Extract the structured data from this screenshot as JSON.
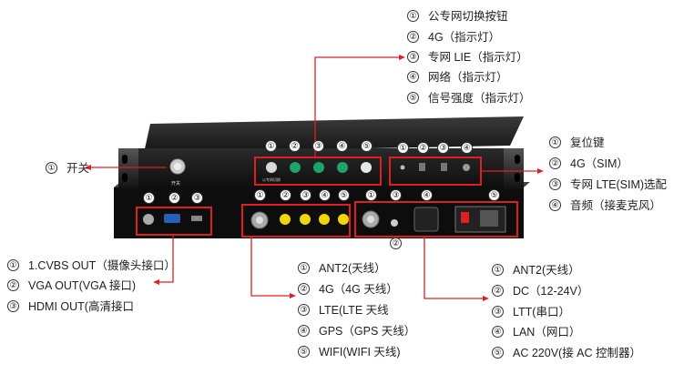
{
  "panel_top": {
    "callouts": [
      {
        "no": "①",
        "text": "公专网切换按钮"
      },
      {
        "no": "②",
        "text": "4G（指示灯）"
      },
      {
        "no": "③",
        "text": "专网 LIE（指示灯）"
      },
      {
        "no": "④",
        "text": "网络（指示灯）"
      },
      {
        "no": "⑤",
        "text": "信号强度（指示灯）"
      }
    ],
    "markers": [
      "①",
      "②",
      "③",
      "④",
      "⑤"
    ]
  },
  "panel_right_top": {
    "callouts": [
      {
        "no": "①",
        "text": "复位键"
      },
      {
        "no": "②",
        "text": "4G（SIM）"
      },
      {
        "no": "③",
        "text": "专网 LTE(SIM)选配"
      },
      {
        "no": "④",
        "text": "音频（接麦克风）"
      }
    ],
    "markers": [
      "①",
      "②",
      "③",
      "④"
    ]
  },
  "power": {
    "no": "①",
    "text": "开关",
    "button_label": "开关"
  },
  "rear_left": {
    "markers": [
      "①",
      "②",
      "③"
    ],
    "callouts": [
      {
        "no": "①",
        "text": "1.CVBS OUT（摄像头接口）"
      },
      {
        "no": "②",
        "text": "VGA OUT(VGA 接口)"
      },
      {
        "no": "③",
        "text": "HDMI OUT(高清接口"
      }
    ]
  },
  "rear_middle": {
    "markers": [
      "①",
      "②",
      "③",
      "④",
      "⑤"
    ],
    "callouts": [
      {
        "no": "①",
        "text": "ANT2(天线）"
      },
      {
        "no": "②",
        "text": "4G（4G 天线）"
      },
      {
        "no": "③",
        "text": "LTE(LTE 天线"
      },
      {
        "no": "④",
        "text": "GPS（GPS 天线）"
      },
      {
        "no": "⑤",
        "text": "WIFI(WIFI 天线)"
      }
    ]
  },
  "rear_right": {
    "markers": [
      "①",
      "③",
      "④",
      "⑤",
      "②"
    ],
    "callouts": [
      {
        "no": "①",
        "text": "ANT2(天线）"
      },
      {
        "no": "②",
        "text": "DC（12-24V）"
      },
      {
        "no": "③",
        "text": "LTT(串口）"
      },
      {
        "no": "④",
        "text": "LAN（网口）"
      },
      {
        "no": "⑤",
        "text": "AC 220V(接 AC 控制器）"
      }
    ]
  },
  "colors": {
    "annotation_red": "#e02020",
    "device": "#1a1a1a",
    "led_green": "#1fa36a",
    "port_yellow": "#f2d600"
  }
}
